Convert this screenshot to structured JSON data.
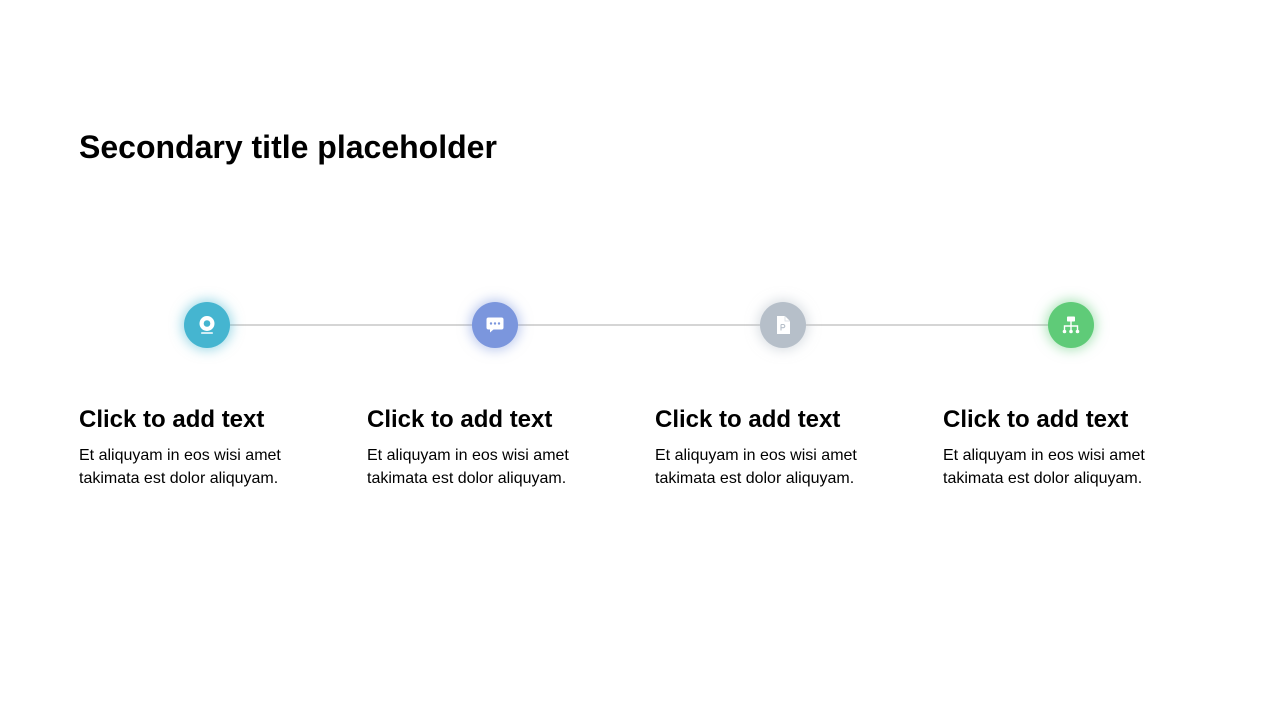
{
  "slide": {
    "title": "Secondary title placeholder"
  },
  "timeline": {
    "line_color": "#d5d5d5",
    "steps": [
      {
        "icon": "webcam-icon",
        "color": "#45b5d0",
        "heading": "Click to add text",
        "body": "Et aliquyam in eos wisi amet takimata est dolor aliquyam."
      },
      {
        "icon": "chat-icon",
        "color": "#7b96dd",
        "heading": "Click to add text",
        "body": "Et aliquyam in eos wisi amet takimata est dolor aliquyam."
      },
      {
        "icon": "document-p-icon",
        "color": "#b6bfc9",
        "heading": "Click to add text",
        "body": "Et aliquyam in eos wisi amet takimata est dolor aliquyam."
      },
      {
        "icon": "org-chart-icon",
        "color": "#5fcb78",
        "heading": "Click to add text",
        "body": "Et aliquyam in eos wisi amet takimata est dolor aliquyam."
      }
    ]
  }
}
